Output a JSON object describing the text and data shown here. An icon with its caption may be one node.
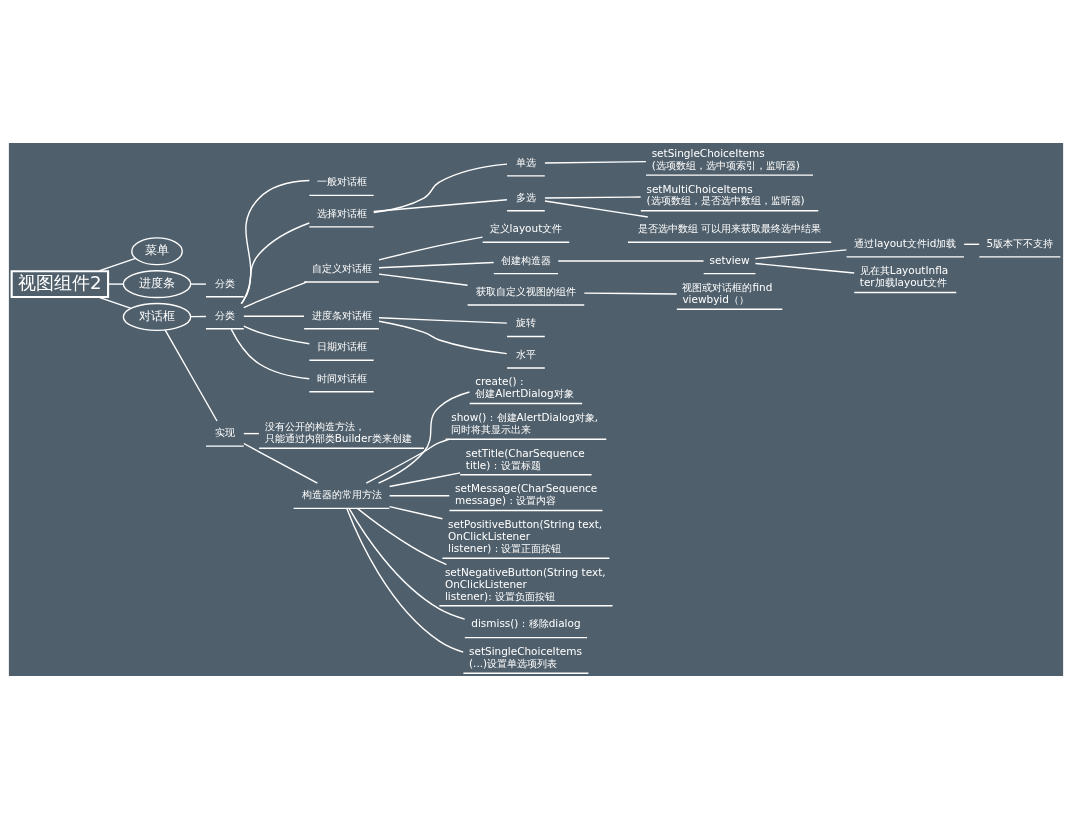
{
  "diagram": {
    "nodes": [
      {
        "text": [
          "视图组件2"
        ]
      },
      {
        "text": [
          "菜单"
        ]
      },
      {
        "text": [
          "进度条"
        ]
      },
      {
        "text": [
          "分类"
        ]
      },
      {
        "text": [
          "对话框"
        ]
      },
      {
        "text": [
          "分类"
        ]
      },
      {
        "text": [
          "一般对话框"
        ]
      },
      {
        "text": [
          "选择对话框"
        ]
      },
      {
        "text": [
          "单选"
        ]
      },
      {
        "text": [
          "setSingleChoiceItems(选项数组，选中项索引，监听器)"
        ]
      },
      {
        "text": [
          "多选"
        ]
      },
      {
        "text": [
          "setMultiChoiceItems(选项数组，是否选中数组，监听器)"
        ]
      },
      {
        "text": [
          "是否选中数组 可以用来获取最终选中结果"
        ]
      },
      {
        "text": [
          "自定义对话框"
        ]
      },
      {
        "text": [
          "定义layout文件"
        ]
      },
      {
        "text": [
          "创建构造器"
        ]
      },
      {
        "text": [
          "setview"
        ]
      },
      {
        "text": [
          "通过layout文件id加载"
        ]
      },
      {
        "text": [
          "5版本下不支持"
        ]
      },
      {
        "text": [
          "见在其LayoutInflater加载layout文件"
        ]
      },
      {
        "text": [
          "获取自定义视图的组件"
        ]
      },
      {
        "text": [
          "视图或对话框的findviewbyid（）"
        ]
      },
      {
        "text": [
          "进度条对话框"
        ]
      },
      {
        "text": [
          "旋转"
        ]
      },
      {
        "text": [
          "水平"
        ]
      },
      {
        "text": [
          "日期对话框"
        ]
      },
      {
        "text": [
          "时间对话框"
        ]
      },
      {
        "text": [
          "实现"
        ]
      },
      {
        "text": [
          "没有公开的构造方法，只能通过内部类Builder类来创建"
        ]
      },
      {
        "text": [
          "构造器的常用方法"
        ]
      },
      {
        "text": [
          "create() : 创建AlertDialog对象"
        ]
      },
      {
        "text": [
          "show() : 创建AlertDialog对象, 同时将其显示出来"
        ]
      },
      {
        "text": [
          "setTitle(CharSequence title) : 设置标题"
        ]
      },
      {
        "text": [
          "setMessage(CharSequence message) : 设置内容"
        ]
      },
      {
        "text": [
          "setPositiveButton(String text, OnClickListener listener) : 设置正面按钮"
        ]
      },
      {
        "text": [
          "setNegativeButton(String text, OnClickListener listener): 设置负面按钮"
        ]
      },
      {
        "text": [
          "dismiss() : 移除dialog"
        ]
      },
      {
        "text": [
          "setSingleChoiceItems(...)设置单选项列表"
        ]
      }
    ],
    "edges": [
      {
        "from": 0,
        "to": 1,
        "arrow": "none"
      },
      {
        "from": 0,
        "to": 2,
        "arrow": "none"
      },
      {
        "from": 2,
        "to": 3,
        "arrow": "none"
      },
      {
        "from": 0,
        "to": 4,
        "arrow": "none"
      },
      {
        "from": 4,
        "to": 5,
        "arrow": "none"
      },
      {
        "from": 5,
        "to": 6,
        "arrow": "none"
      },
      {
        "from": 5,
        "to": 7,
        "arrow": "none"
      },
      {
        "from": 7,
        "to": 8,
        "arrow": "none"
      },
      {
        "from": 8,
        "to": 9,
        "arrow": "none"
      },
      {
        "from": 7,
        "to": 10,
        "arrow": "none"
      },
      {
        "from": 10,
        "to": 11,
        "arrow": "none"
      },
      {
        "from": 10,
        "to": 12,
        "arrow": "none"
      },
      {
        "from": 5,
        "to": 13,
        "arrow": "none"
      },
      {
        "from": 13,
        "to": 14,
        "arrow": "none"
      },
      {
        "from": 13,
        "to": 15,
        "arrow": "none"
      },
      {
        "from": 15,
        "to": 16,
        "arrow": "none"
      },
      {
        "from": 16,
        "to": 17,
        "arrow": "none"
      },
      {
        "from": 17,
        "to": 18,
        "arrow": "none"
      },
      {
        "from": 16,
        "to": 19,
        "arrow": "none"
      },
      {
        "from": 13,
        "to": 20,
        "arrow": "none"
      },
      {
        "from": 20,
        "to": 21,
        "arrow": "none"
      },
      {
        "from": 5,
        "to": 22,
        "arrow": "none"
      },
      {
        "from": 22,
        "to": 23,
        "arrow": "none"
      },
      {
        "from": 22,
        "to": 24,
        "arrow": "none"
      },
      {
        "from": 5,
        "to": 25,
        "arrow": "none"
      },
      {
        "from": 5,
        "to": 26,
        "arrow": "none"
      },
      {
        "from": 4,
        "to": 27,
        "arrow": "none"
      },
      {
        "from": 27,
        "to": 28,
        "arrow": "none"
      },
      {
        "from": 27,
        "to": 29,
        "arrow": "none"
      },
      {
        "from": 29,
        "to": 30,
        "arrow": "none"
      },
      {
        "from": 29,
        "to": 31,
        "arrow": "none"
      },
      {
        "from": 29,
        "to": 32,
        "arrow": "none"
      },
      {
        "from": 29,
        "to": 33,
        "arrow": "none"
      },
      {
        "from": 29,
        "to": 34,
        "arrow": "none"
      },
      {
        "from": 29,
        "to": 35,
        "arrow": "none"
      },
      {
        "from": 29,
        "to": 36,
        "arrow": "none"
      },
      {
        "from": 29,
        "to": 37,
        "arrow": "none"
      }
    ]
  }
}
